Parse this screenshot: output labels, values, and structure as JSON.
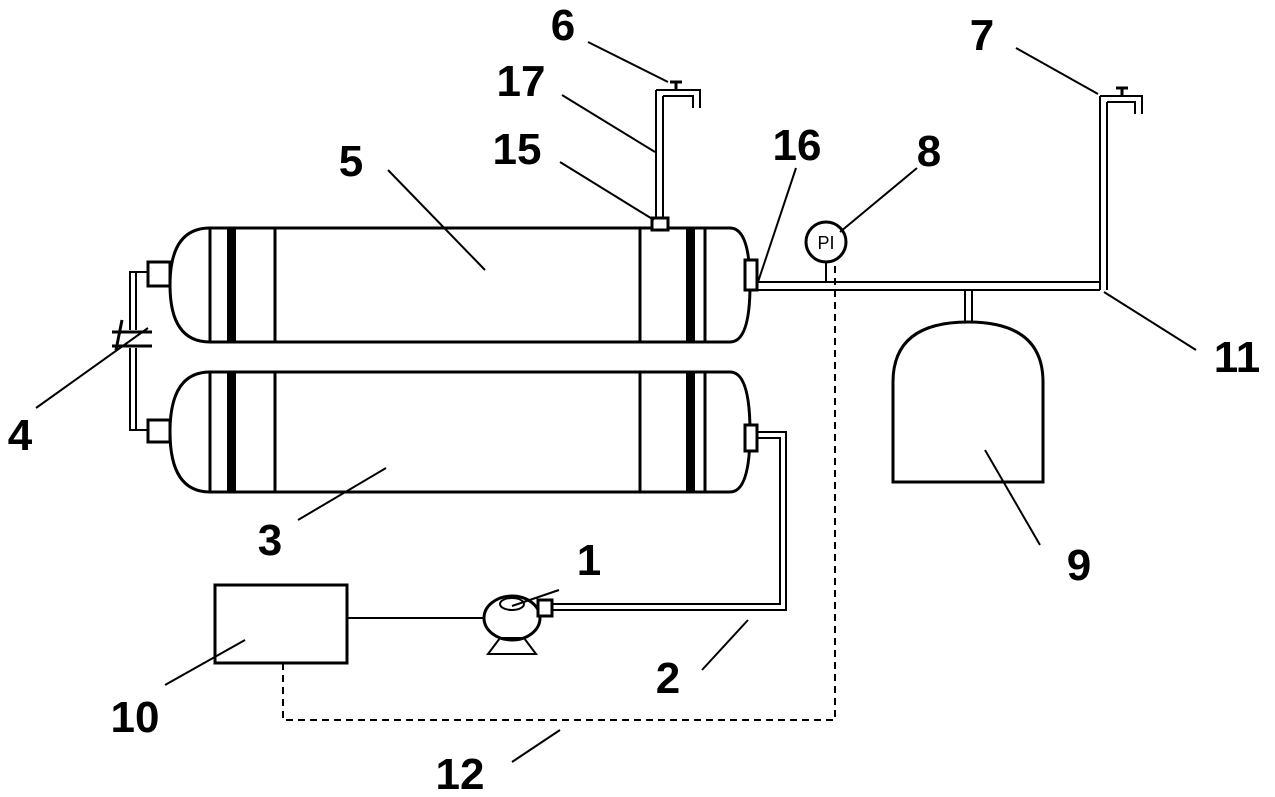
{
  "gauge": {
    "text": "PI"
  },
  "labels": {
    "pump": "1",
    "pipe": "2",
    "lower_vessel": "3",
    "valve": "4",
    "upper_vessel": "5",
    "tap_left": "6",
    "tap_right": "7",
    "gauge": "8",
    "tank": "9",
    "box": "10",
    "outlet_pipe": "11",
    "dashed_line": "12",
    "port_top": "15",
    "port_right": "16",
    "riser": "17"
  }
}
